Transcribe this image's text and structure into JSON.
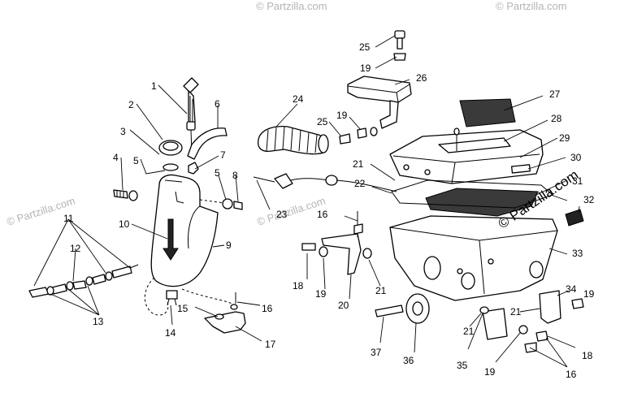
{
  "watermark": {
    "text": "© Partzilla.com",
    "brand_text": "© Partzilla.com"
  },
  "callouts": {
    "n1": "1",
    "n2": "2",
    "n3": "3",
    "n4": "4",
    "n5a": "5",
    "n5b": "5",
    "n6": "6",
    "n7": "7",
    "n8": "8",
    "n9": "9",
    "n10": "10",
    "n11": "11",
    "n12": "12",
    "n13": "13",
    "n14": "14",
    "n15": "15",
    "n16a": "16",
    "n16b": "16",
    "n16c": "16",
    "n17": "17",
    "n18a": "18",
    "n18b": "18",
    "n19a": "19",
    "n19b": "19",
    "n19c": "19",
    "n19d": "19",
    "n19e": "19",
    "n20": "20",
    "n21a": "21",
    "n21b": "21",
    "n21c": "21",
    "n21d": "21",
    "n22": "22",
    "n23": "23",
    "n24": "24",
    "n25a": "25",
    "n25b": "25",
    "n26": "26",
    "n27": "27",
    "n28": "28",
    "n29": "29",
    "n30": "30",
    "n31": "31",
    "n32": "32",
    "n33": "33",
    "n34": "34",
    "n35": "35",
    "n36": "36",
    "n37": "37"
  }
}
